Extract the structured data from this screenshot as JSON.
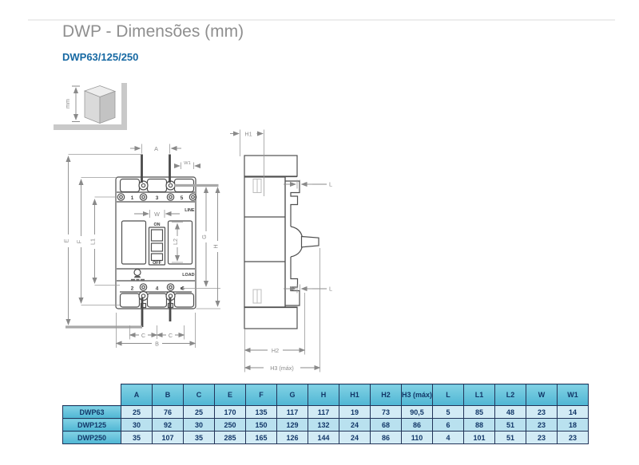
{
  "page": {
    "title": "DWP - Dimensões (mm)",
    "subtitle": "DWP63/125/250"
  },
  "unit_icon": {
    "label": "mm"
  },
  "drawing": {
    "front_view": {
      "labels": {
        "line": "LINE",
        "load": "LOAD",
        "on": "ON",
        "off": "OFF"
      },
      "pole_numbers_top": [
        "1",
        "3",
        "5"
      ],
      "pole_numbers_bottom": [
        "2",
        "4",
        "6"
      ],
      "dims": {
        "a": "A",
        "w1": "W1",
        "w": "W",
        "e": "E",
        "f": "F",
        "l1": "L1",
        "g": "G",
        "h": "H",
        "l2": "L2",
        "c": "C",
        "b": "B"
      }
    },
    "side_view": {
      "dims": {
        "h1": "H1",
        "l": "L",
        "h2": "H2",
        "h3": "H3 (máx)"
      }
    }
  },
  "table": {
    "columns": [
      "A",
      "B",
      "C",
      "E",
      "F",
      "G",
      "H",
      "H1",
      "H2",
      "H3 (máx)",
      "L",
      "L1",
      "L2",
      "W",
      "W1"
    ],
    "rows": [
      {
        "model": "DWP63",
        "values": [
          "25",
          "76",
          "25",
          "170",
          "135",
          "117",
          "117",
          "19",
          "73",
          "90,5",
          "5",
          "85",
          "48",
          "23",
          "14"
        ]
      },
      {
        "model": "DWP125",
        "values": [
          "30",
          "92",
          "30",
          "250",
          "150",
          "129",
          "132",
          "24",
          "68",
          "86",
          "6",
          "88",
          "51",
          "23",
          "18"
        ]
      },
      {
        "model": "DWP250",
        "values": [
          "35",
          "107",
          "35",
          "285",
          "165",
          "126",
          "144",
          "24",
          "86",
          "110",
          "4",
          "101",
          "51",
          "23",
          "23"
        ]
      }
    ]
  }
}
